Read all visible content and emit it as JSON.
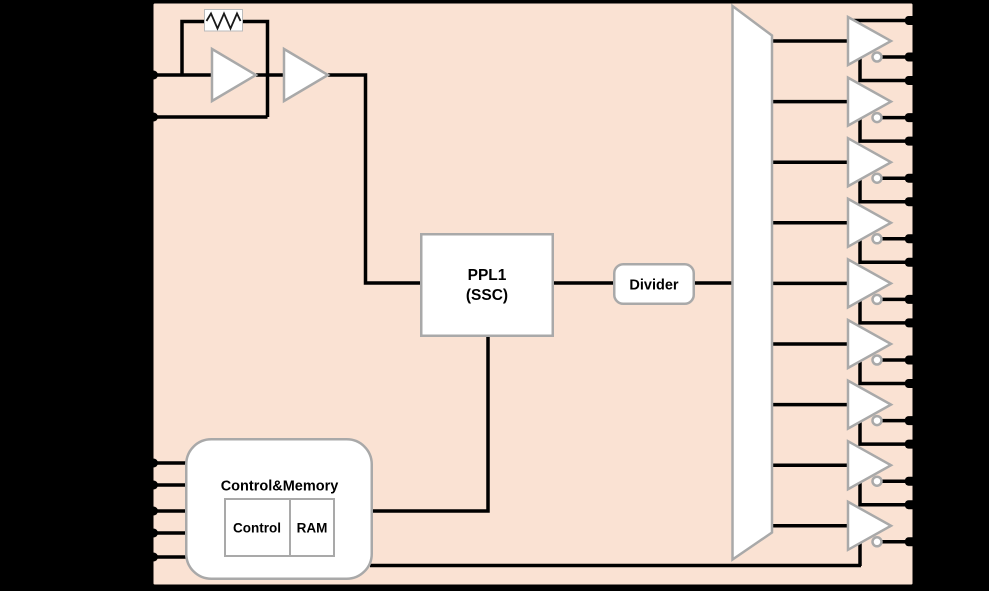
{
  "background_color": "#000000",
  "chip": {
    "fill_color": "#FAE2D3",
    "border_color": "#000000"
  },
  "style": {
    "block_fill": "#FFFFFF",
    "block_border": "#A9A9A9",
    "wire_color": "#000000"
  },
  "blocks": {
    "pll": {
      "line1": "PPL1",
      "line2": "(SSC)"
    },
    "divider": {
      "label": "Divider"
    },
    "control_memory": {
      "title": "Control&Memory",
      "control_label": "Control",
      "ram_label": "RAM"
    }
  },
  "crystal_osc": {
    "amplifier_count": 2,
    "has_feedback_resistor": true,
    "input_pin_count": 2
  },
  "clock_tree": {
    "output_buffer_count": 9,
    "outputs_have_inverter_bubble": true,
    "right_edge_pin_count": 18
  },
  "pins": {
    "left_top_count": 2,
    "left_bottom_count": 5
  }
}
